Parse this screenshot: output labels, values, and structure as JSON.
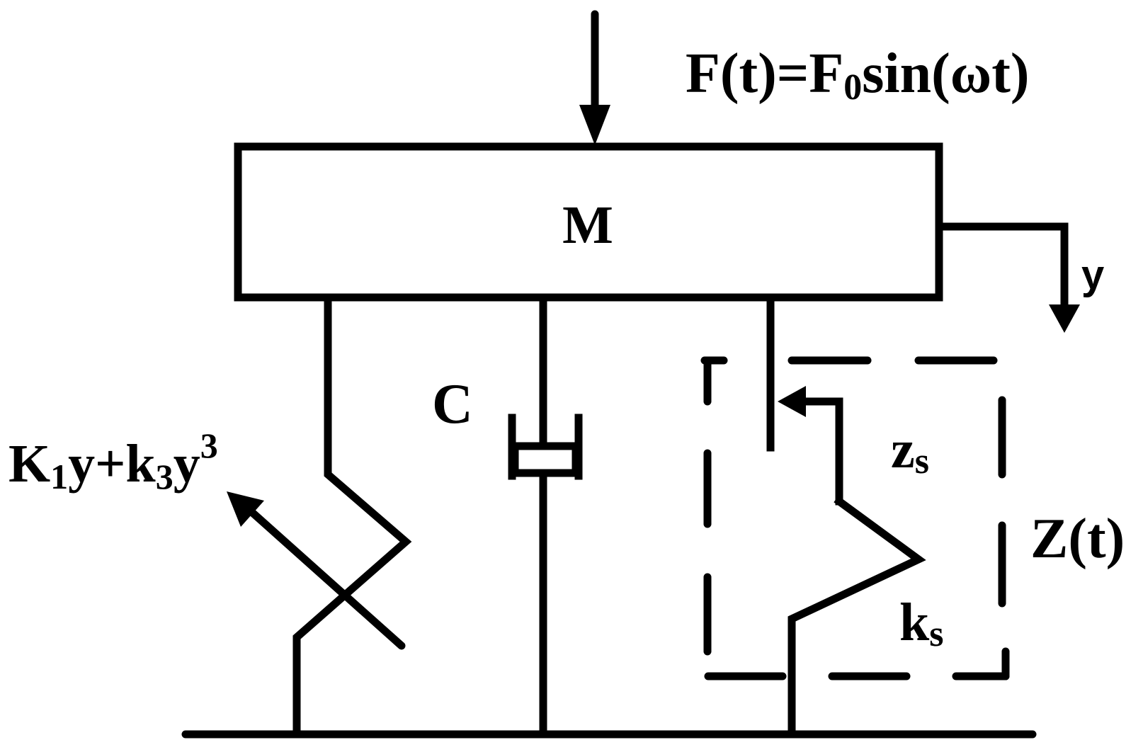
{
  "labels": {
    "force": "F(t)=F",
    "force_sub": "0",
    "force_tail": "sin(ωt)",
    "mass": "M",
    "displacement": "y",
    "damper": "C",
    "spring_k1": "K",
    "spring_k1_sub": "1",
    "spring_mid": "y+k",
    "spring_k3_sub": "3",
    "spring_y": "y",
    "spring_exp": "3",
    "zs": "z",
    "zs_sub": "s",
    "zt": "Z(t)",
    "ks": "k",
    "ks_sub": "s"
  }
}
